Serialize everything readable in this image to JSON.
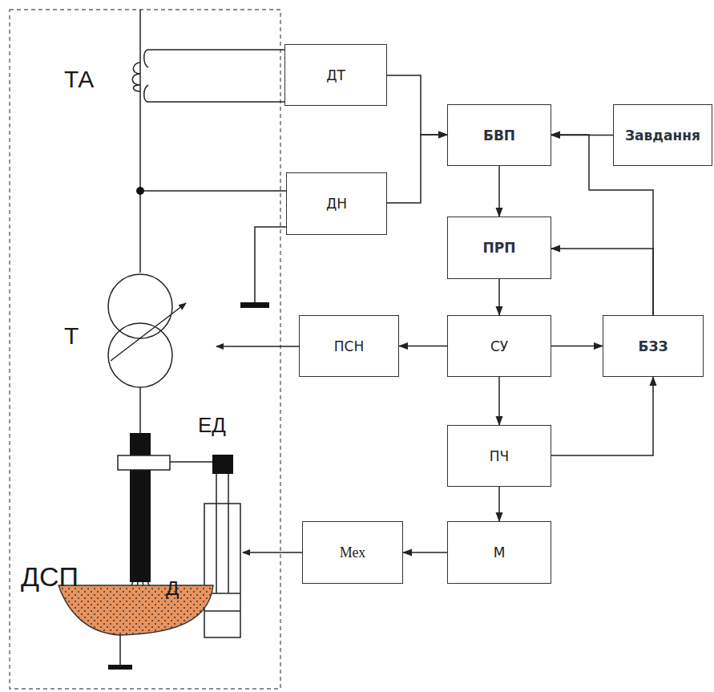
{
  "diagram": {
    "nodes": [
      {
        "text": [
          "ДТ"
        ]
      },
      {
        "text": [
          "ДН"
        ]
      },
      {
        "text": [
          "БВП"
        ]
      },
      {
        "text": [
          "Завдання"
        ]
      },
      {
        "text": [
          "ПРП"
        ]
      },
      {
        "text": [
          "ПСН"
        ]
      },
      {
        "text": [
          "СУ"
        ]
      },
      {
        "text": [
          "БЗЗ"
        ]
      },
      {
        "text": [
          "ПЧ"
        ]
      },
      {
        "text": [
          "Мех"
        ]
      },
      {
        "text": [
          "М"
        ]
      }
    ],
    "edges": [
      {
        "from": 0,
        "to": 2,
        "arrow": "to"
      },
      {
        "from": 1,
        "to": 2,
        "arrow": "to"
      },
      {
        "from": 3,
        "to": 2,
        "arrow": "to"
      },
      {
        "from": 7,
        "to": 2,
        "arrow": "to"
      },
      {
        "from": 2,
        "to": 4,
        "arrow": "to"
      },
      {
        "from": 7,
        "to": 4,
        "arrow": "to"
      },
      {
        "from": 4,
        "to": 6,
        "arrow": "to"
      },
      {
        "from": 6,
        "to": 5,
        "arrow": "to"
      },
      {
        "from": 6,
        "to": 7,
        "arrow": "to"
      },
      {
        "from": 6,
        "to": 8,
        "arrow": "to"
      },
      {
        "from": 8,
        "to": 7,
        "arrow": "to"
      },
      {
        "from": 8,
        "to": 10,
        "arrow": "to"
      },
      {
        "from": 10,
        "to": 9,
        "arrow": "to"
      }
    ],
    "labels": [
      "ТА",
      "Т",
      "ЕД",
      "ДСП",
      "Д"
    ]
  }
}
